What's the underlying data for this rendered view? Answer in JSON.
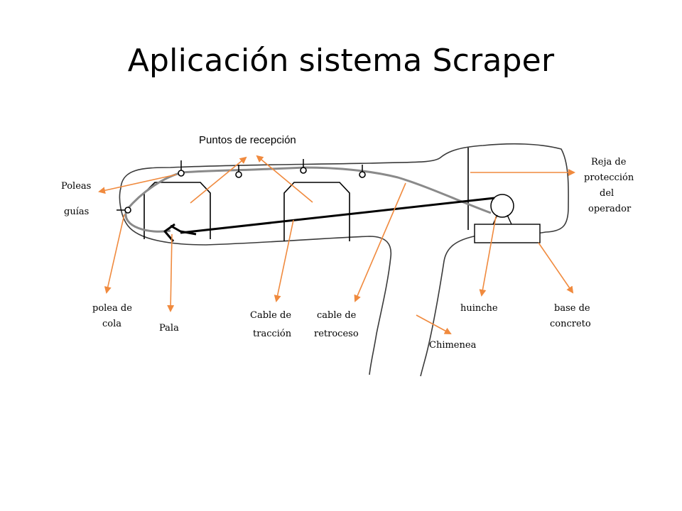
{
  "title": "Aplicación sistema Scraper",
  "colors": {
    "arrow": "#f08a3e",
    "outline": "#3a3a3a",
    "cable_gray": "#8a8a8a",
    "cable_black": "#000000"
  },
  "labels": {
    "puntos": "Puntos de recepción",
    "poleas": "Poleas",
    "guias": "guías",
    "reja1": "Reja de",
    "reja2": "protección",
    "reja3": "del",
    "reja4": "operador",
    "polea_cola1": "polea de",
    "polea_cola2": "cola",
    "pala": "Pala",
    "cable_traccion1": "Cable de",
    "cable_traccion2": "tracción",
    "cable_retroceso1": "cable de",
    "cable_retroceso2": "retroceso",
    "huinche": "huinche",
    "base1": "base de",
    "base2": "concreto",
    "chimenea": "Chimenea"
  }
}
